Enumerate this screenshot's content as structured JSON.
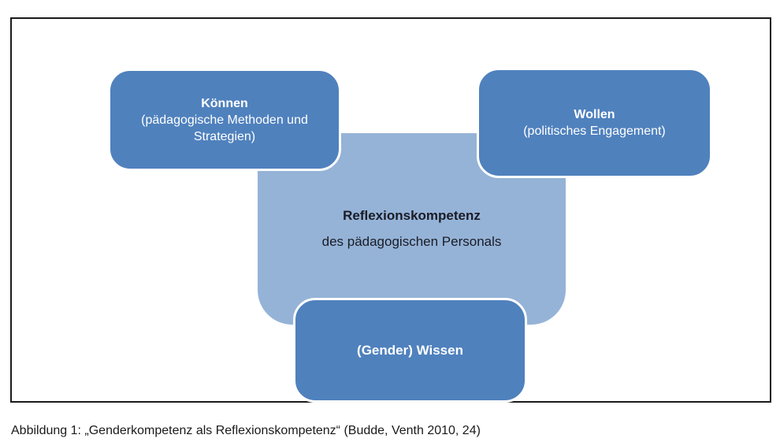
{
  "diagram": {
    "boxes": {
      "koennen": {
        "title": "Können",
        "subtitle": "(pädagogische Methoden und Strategien)"
      },
      "wollen": {
        "title": "Wollen",
        "subtitle": "(politisches Engagement)"
      },
      "center": {
        "title": "Reflexionskompetenz",
        "subtitle": "des pädagogischen Personals"
      },
      "wissen": {
        "title": "(Gender) Wissen"
      }
    },
    "colors": {
      "dark_blue": "#4F81BD",
      "light_blue": "#95B3D7",
      "box_text": "#FFFFFF",
      "center_text": "#1A1C26",
      "frame_border": "#1A1A1A"
    }
  },
  "caption": "Abbildung 1: „Genderkompetenz als Reflexionskompetenz“ (Budde, Venth 2010, 24)"
}
